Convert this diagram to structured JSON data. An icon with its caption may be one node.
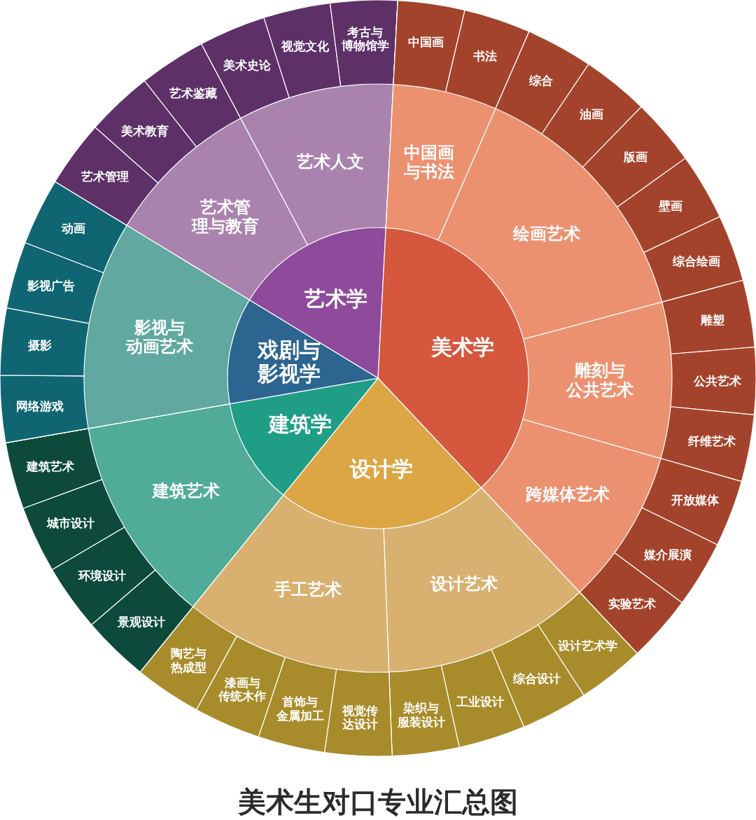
{
  "diagram": {
    "title": "美术生对口专业汇总图",
    "nodes": [
      {
        "text": [
          "艺术学"
        ]
      },
      {
        "text": [
          "艺术管理与教育"
        ],
        "in": 0
      },
      {
        "text": [
          "艺术管理"
        ],
        "in": 1
      },
      {
        "text": [
          "美术教育"
        ],
        "in": 1
      },
      {
        "text": [
          "艺术鉴藏"
        ],
        "in": 1
      },
      {
        "text": [
          "艺术人文"
        ],
        "in": 0
      },
      {
        "text": [
          "美术史论"
        ],
        "in": 5
      },
      {
        "text": [
          "视觉文化"
        ],
        "in": 5
      },
      {
        "text": [
          "考古与博物馆学"
        ],
        "in": 5
      },
      {
        "text": [
          "美术学"
        ]
      },
      {
        "text": [
          "中国画与书法"
        ],
        "in": 9
      },
      {
        "text": [
          "中国画"
        ],
        "in": 10
      },
      {
        "text": [
          "书法"
        ],
        "in": 10
      },
      {
        "text": [
          "绘画艺术"
        ],
        "in": 9
      },
      {
        "text": [
          "综合"
        ],
        "in": 13
      },
      {
        "text": [
          "油画"
        ],
        "in": 13
      },
      {
        "text": [
          "版画"
        ],
        "in": 13
      },
      {
        "text": [
          "壁画"
        ],
        "in": 13
      },
      {
        "text": [
          "综合绘画"
        ],
        "in": 13
      },
      {
        "text": [
          "雕刻与公共艺术"
        ],
        "in": 9
      },
      {
        "text": [
          "雕塑"
        ],
        "in": 19
      },
      {
        "text": [
          "公共艺术"
        ],
        "in": 19
      },
      {
        "text": [
          "纤维艺术"
        ],
        "in": 19
      },
      {
        "text": [
          "跨媒体艺术"
        ],
        "in": 9
      },
      {
        "text": [
          "开放媒体"
        ],
        "in": 23
      },
      {
        "text": [
          "媒介展演"
        ],
        "in": 23
      },
      {
        "text": [
          "实验艺术"
        ],
        "in": 23
      },
      {
        "text": [
          "设计学"
        ]
      },
      {
        "text": [
          "设计艺术"
        ],
        "in": 27
      },
      {
        "text": [
          "设计艺术学"
        ],
        "in": 28
      },
      {
        "text": [
          "综合设计"
        ],
        "in": 28
      },
      {
        "text": [
          "工业设计"
        ],
        "in": 28
      },
      {
        "text": [
          "染织与服装设计"
        ],
        "in": 28
      },
      {
        "text": [
          "手工艺术"
        ],
        "in": 27
      },
      {
        "text": [
          "视觉传达设计"
        ],
        "in": 33
      },
      {
        "text": [
          "首饰与金属加工"
        ],
        "in": 33
      },
      {
        "text": [
          "漆画与传统木作"
        ],
        "in": 33
      },
      {
        "text": [
          "陶艺与热成型"
        ],
        "in": 33
      },
      {
        "text": [
          "建筑学"
        ]
      },
      {
        "text": [
          "建筑艺术"
        ],
        "in": 38
      },
      {
        "text": [
          "景观设计"
        ],
        "in": 39
      },
      {
        "text": [
          "环境设计"
        ],
        "in": 39
      },
      {
        "text": [
          "城市设计"
        ],
        "in": 39
      },
      {
        "text": [
          "建筑艺术"
        ],
        "in": 39
      },
      {
        "text": [
          "戏剧与影视学"
        ]
      },
      {
        "text": [
          "影视与动画艺术"
        ],
        "in": 44
      },
      {
        "text": [
          "网络游戏"
        ],
        "in": 45
      },
      {
        "text": [
          "摄影"
        ],
        "in": 45
      },
      {
        "text": [
          "影视广告"
        ],
        "in": 45
      },
      {
        "text": [
          "动画"
        ],
        "in": 45
      }
    ]
  }
}
